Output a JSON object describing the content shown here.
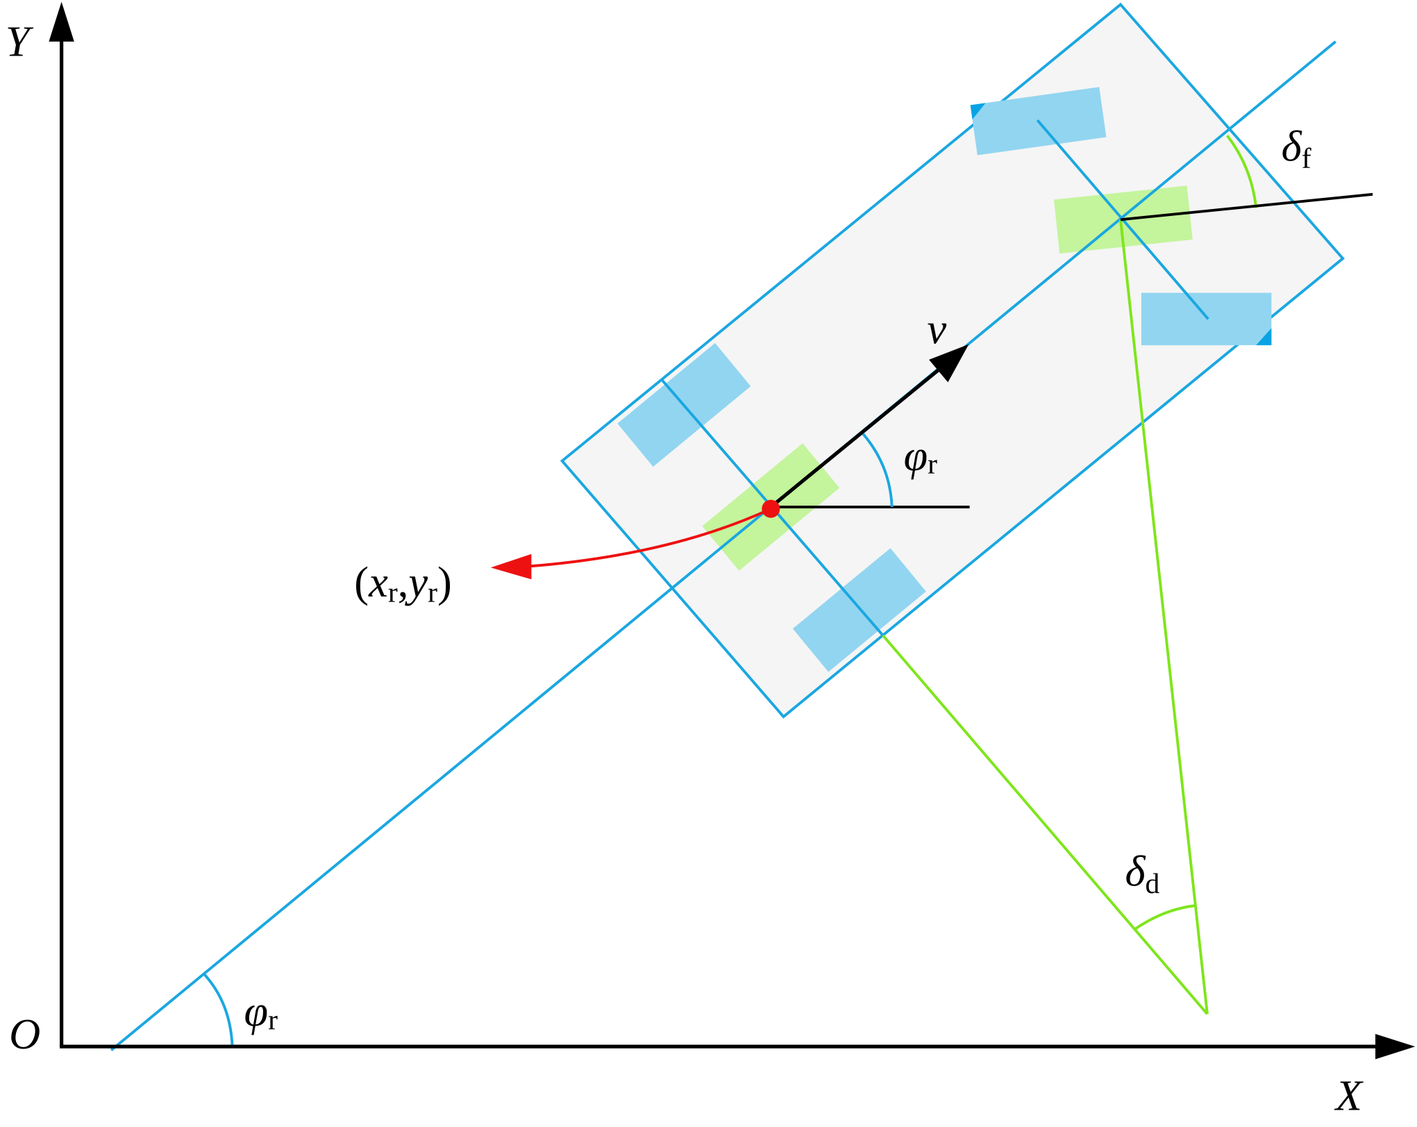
{
  "title": "Vehicle kinematic model diagram",
  "axes": {
    "y_label": "Y",
    "x_label": "X",
    "origin_label": "O"
  },
  "labels": {
    "velocity": "v",
    "heading_symbol": "φ",
    "heading_sub": "r",
    "rear_point_open": "(",
    "rear_point_x": "x",
    "rear_point_x_sub": "r",
    "rear_point_comma": ",",
    "rear_point_y": "y",
    "rear_point_y_sub": "r",
    "rear_point_close": ")",
    "front_steer_symbol": "δ",
    "front_steer_sub": "f",
    "d_angle_symbol": "δ",
    "d_angle_sub": "d"
  },
  "colors": {
    "body_stroke": "#1aa7e0",
    "body_fill": "#f5f5f5",
    "wheel": "#92d5f0",
    "axle_wheel": "#c4f49c",
    "green": "#7fe51c",
    "red": "#ee1111",
    "black": "#000000"
  }
}
